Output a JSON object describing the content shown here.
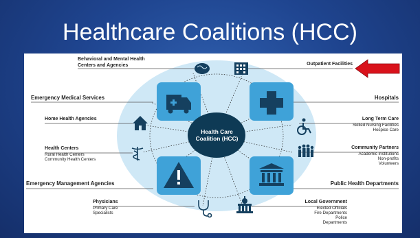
{
  "title": "Healthcare Coalitions (HCC)",
  "center": {
    "line1": "Health Care",
    "line2": "Coalition (HCC)"
  },
  "left": {
    "behavioral": {
      "heading_line1": "Behavioral and Mental Health",
      "heading_line2": "Centers and Agencies"
    },
    "ems": {
      "heading": "Emergency Medical Services"
    },
    "home_health": {
      "heading": "Home Health Agencies"
    },
    "health_centers": {
      "heading": "Health Centers",
      "items": [
        "Rural Health Centers",
        "Community Health Centers"
      ]
    },
    "emergency_mgmt": {
      "heading": "Emergency Management Agencies"
    },
    "physicians": {
      "heading": "Physicians",
      "items": [
        "Primary Care",
        "Specialists"
      ]
    }
  },
  "right": {
    "outpatient": {
      "heading": "Outpatient Facilities"
    },
    "hospitals": {
      "heading": "Hospitals"
    },
    "long_term_care": {
      "heading": "Long Term Care",
      "items": [
        "Skilled Nursing Facilities",
        "Hospice Care"
      ]
    },
    "community_partners": {
      "heading": "Community Partners",
      "items": [
        "Academic Institutions",
        "Non-profits",
        "Volunteers"
      ]
    },
    "public_health": {
      "heading": "Public Health Departments"
    },
    "local_government": {
      "heading": "Local Government",
      "items": [
        "Elected Officials",
        "Fire Departments",
        "Police",
        "Departments"
      ]
    }
  },
  "icons": [
    "brain-icon",
    "building-icon",
    "ambulance-icon",
    "medical-cross-icon",
    "house-icon",
    "wheelchair-icon",
    "caduceus-icon",
    "people-icon",
    "warning-icon",
    "government-building-icon",
    "stethoscope-icon",
    "capitol-icon",
    "arrow-icon"
  ],
  "colors": {
    "slide_bg": "#1f4590",
    "ellipse": "#cfe8f6",
    "tile": "#3fa2d8",
    "icon": "#15405f",
    "center": "#0e3a55",
    "arrow": "#d9121b",
    "line": "#444444"
  }
}
